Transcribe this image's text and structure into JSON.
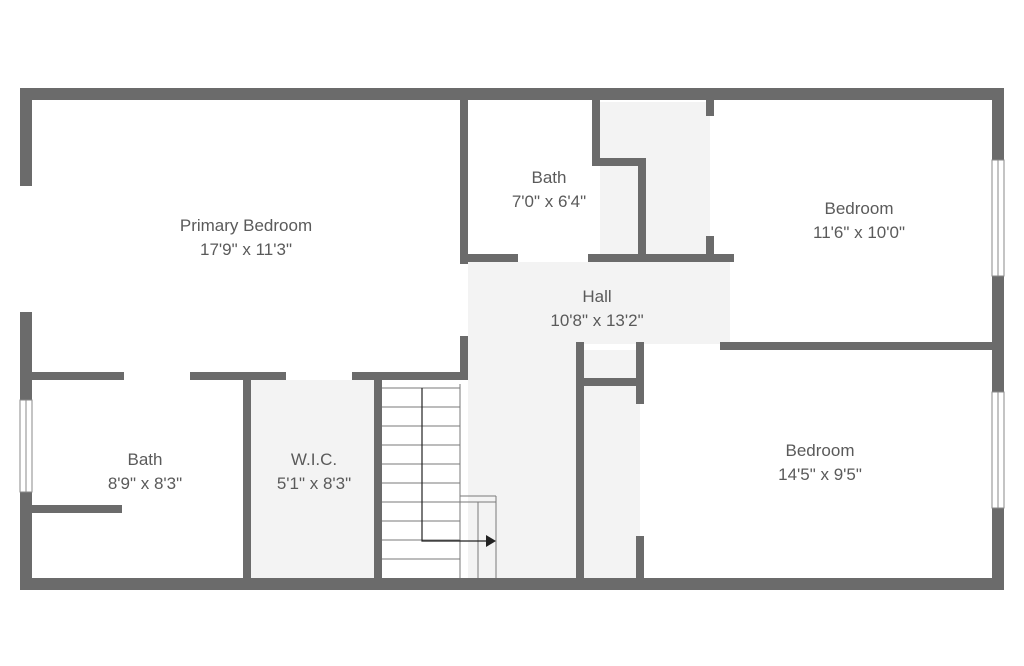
{
  "floor_plan": {
    "rooms": [
      {
        "id": "primary-bedroom",
        "name": "Primary Bedroom",
        "dims": "17'9\" x 11'3\""
      },
      {
        "id": "bath-top",
        "name": "Bath",
        "dims": "7'0\" x 6'4\""
      },
      {
        "id": "bedroom-top",
        "name": "Bedroom",
        "dims": "11'6\" x 10'0\""
      },
      {
        "id": "hall",
        "name": "Hall",
        "dims": "10'8\" x 13'2\""
      },
      {
        "id": "bath-left",
        "name": "Bath",
        "dims": "8'9\" x 8'3\""
      },
      {
        "id": "wic",
        "name": "W.I.C.",
        "dims": "5'1\" x 8'3\""
      },
      {
        "id": "bedroom-bottom",
        "name": "Bedroom",
        "dims": "14'5\" x 9'5\""
      }
    ],
    "colors": {
      "wall": "#6b6b6b",
      "shaded_floor": "#f3f3f3",
      "label": "#5a5a5a"
    }
  }
}
